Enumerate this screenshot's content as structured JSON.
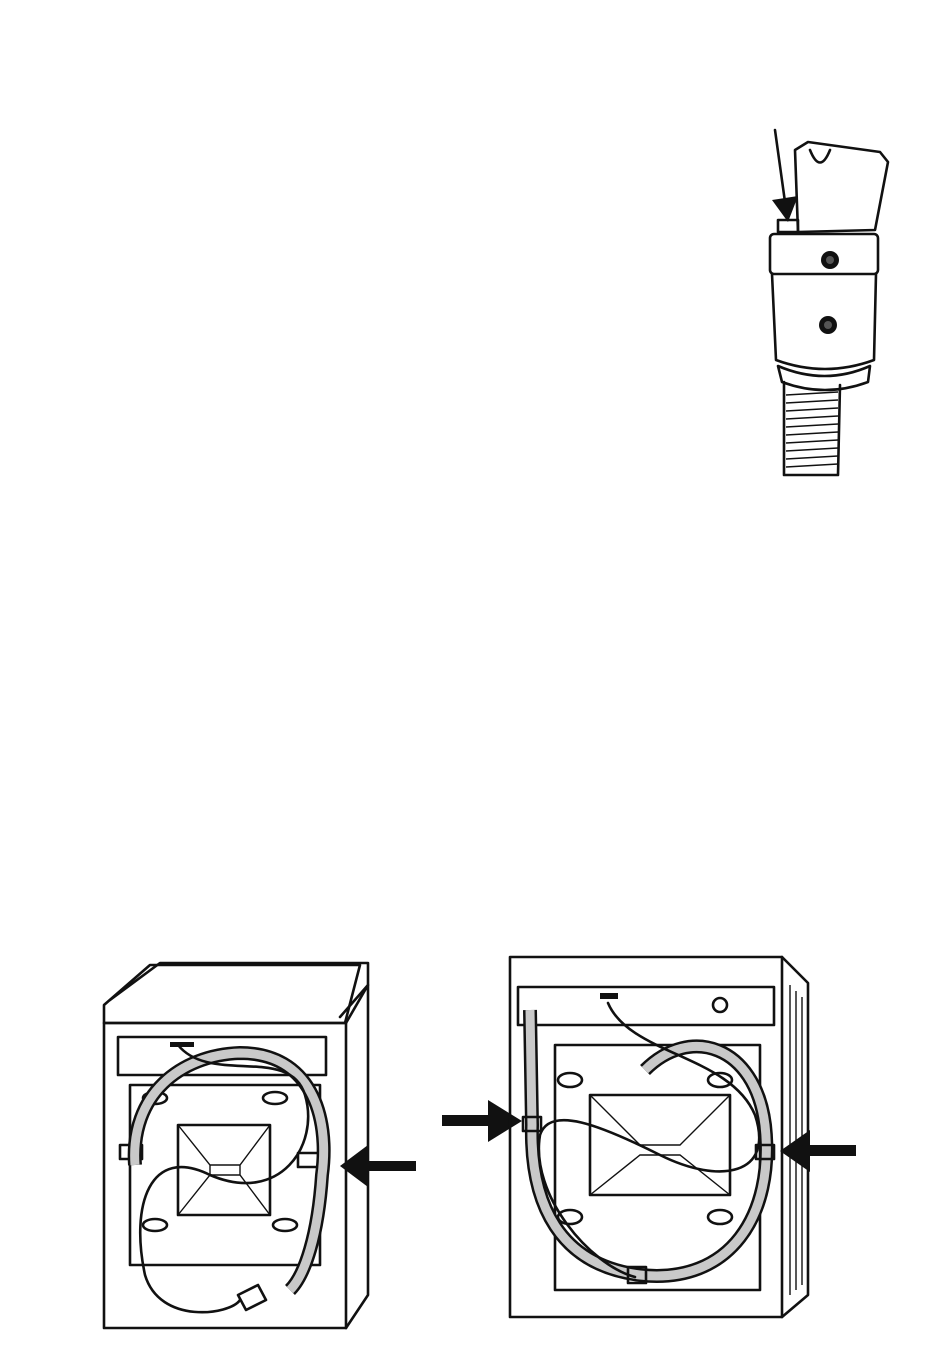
{
  "page": {
    "background": "#ffffff",
    "ink_color": "#111111",
    "hose_fill": "#c9c9c9"
  },
  "figures": [
    {
      "id": "hose-connector",
      "icon": "hose-connector-with-locking-tab-icon",
      "arrows": 1
    },
    {
      "id": "machine-left",
      "icon": "washer-back-hoses-in-clips-icon",
      "arrows": 1
    },
    {
      "id": "machine-right",
      "icon": "washer-back-hoses-in-clips-icon",
      "arrows": 2
    }
  ]
}
